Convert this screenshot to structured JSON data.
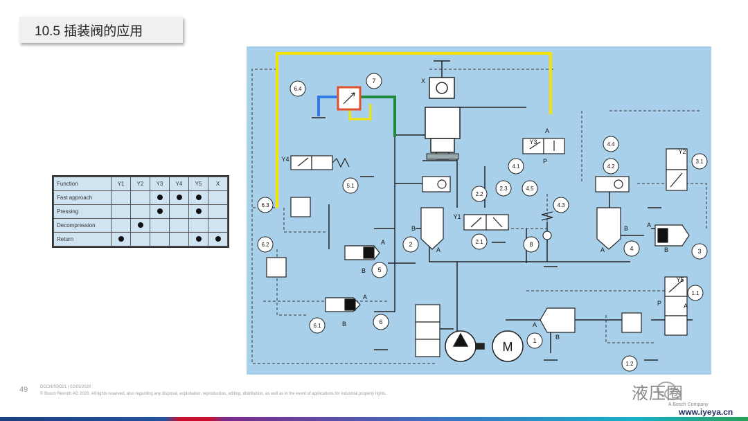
{
  "title": "10.5 插装阀的应用",
  "function_table": {
    "header": [
      "Function",
      "Y1",
      "Y2",
      "Y3",
      "Y4",
      "Y5",
      "X"
    ],
    "rows": [
      {
        "name": "Fast approach",
        "marks": [
          false,
          false,
          true,
          true,
          true,
          false
        ]
      },
      {
        "name": "Pressing",
        "marks": [
          false,
          false,
          true,
          false,
          true,
          false
        ]
      },
      {
        "name": "Decompression",
        "marks": [
          false,
          true,
          false,
          false,
          false,
          false
        ]
      },
      {
        "name": "Return",
        "marks": [
          true,
          false,
          false,
          false,
          true,
          true
        ]
      }
    ]
  },
  "diagram": {
    "labels": {
      "l64": "6.4",
      "l7": "7",
      "lX": "X",
      "lY3": "Y3",
      "lA_y3": "A",
      "lP_y3": "P",
      "l41": "4.1",
      "l44": "4.4",
      "l42": "4.2",
      "lY2": "Y2",
      "l31": "3.1",
      "lY4": "Y4",
      "l51": "5.1",
      "l22": "2.2",
      "l23": "2.3",
      "l45": "4.5",
      "l43": "4.3",
      "l63": "6.3",
      "lB_2": "B",
      "lY1": "Y1",
      "lB_4": "B",
      "lA_3": "A",
      "l2": "2",
      "l21": "2.1",
      "lA_2": "A",
      "l8": "8",
      "l4": "4",
      "lA_4": "A",
      "l3": "3",
      "lB_3": "B",
      "l62": "6.2",
      "lA_5": "A",
      "l5": "5",
      "lB_5": "B",
      "lY5": "Y5",
      "l11": "1.1",
      "lP_11": "P",
      "lA_11": "A",
      "lA_6": "A",
      "l61": "6.1",
      "lB_6": "B",
      "l6": "6",
      "lA_1": "A",
      "lB_1": "B",
      "l1": "1",
      "l12": "1.2",
      "lM": "M"
    }
  },
  "footer": {
    "page_number": "49",
    "line1": "DCCN/SSO21 | 02/03/2020",
    "line2": "© Bosch Rexroth AG 2020. All rights reserved, also regarding any disposal, exploitation, reproduction, editing, distribution, as well as in the event of applications for industrial property rights.",
    "watermark": "液压圈",
    "company": "A Bosch Company",
    "site": "www.iyeya.cn"
  },
  "colors": {
    "diagram_bg": "#a9d0ea",
    "highlight_yellow": "#f5e400",
    "highlight_blue": "#2f7ae5",
    "highlight_green": "#1f8a3a",
    "highlight_red": "#e0502a"
  }
}
